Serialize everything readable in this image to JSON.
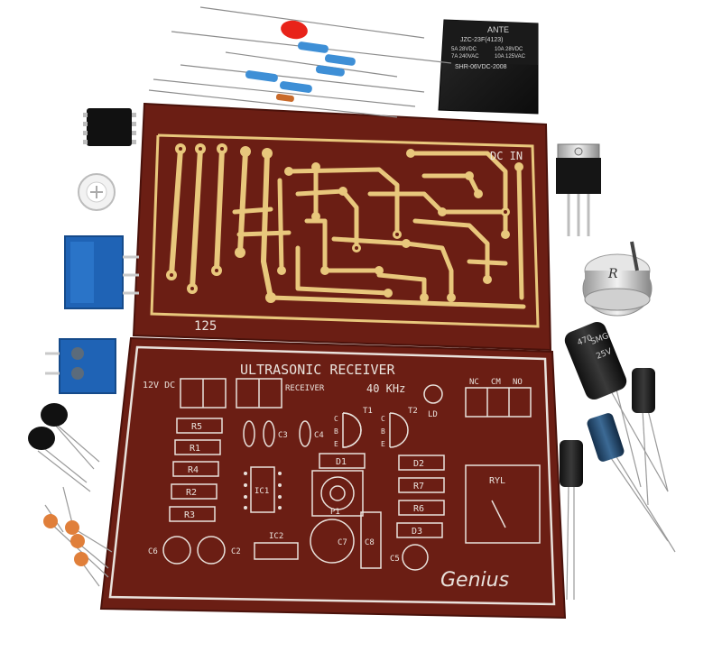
{
  "pcb_top": {
    "label_dc_in": "DC IN",
    "label_number": "125"
  },
  "pcb_bottom": {
    "title": "ULTRASONIC RECEIVER",
    "subtitle": "RECEIVER",
    "frequency": "40 KHz",
    "power_label": "12V DC",
    "led_label": "LD",
    "relay_terminals": [
      "NC",
      "CM",
      "NO"
    ],
    "resistors_left": [
      "R5",
      "R1",
      "R4",
      "R2",
      "R3"
    ],
    "resistors_right": [
      "R7",
      "R6"
    ],
    "diodes": [
      "D1",
      "D2",
      "D3"
    ],
    "capacitors": [
      "C3",
      "C4",
      "C5",
      "C2",
      "C6",
      "C7",
      "C8"
    ],
    "transistors": [
      "T1",
      "T2"
    ],
    "transistor_pins": [
      "C",
      "B",
      "E"
    ],
    "ic_labels": [
      "IC1",
      "IC2"
    ],
    "p1_label": "P1",
    "relay_label": "RYL",
    "brand": "Genius"
  },
  "relay": {
    "brand": "ANTE",
    "model": "JZC-23F(4123)",
    "spec_left_1": "5A 28VDC",
    "spec_left_2": "7A 240VAC",
    "spec_right_1": "10A 28VDC",
    "spec_right_2": "10A 125VAC",
    "part_number": "SHR-06VDC-2008"
  },
  "capacitor_large": {
    "value": "470",
    "voltage": "25V",
    "brand": "SMG"
  },
  "colors": {
    "pcb": "#6b1e14",
    "pcb_dark": "#5a1710",
    "copper": "#e8c77c",
    "silk": "#e9e2dc",
    "terminal_blue": "#1f63b5",
    "led_red": "#e8231a"
  }
}
